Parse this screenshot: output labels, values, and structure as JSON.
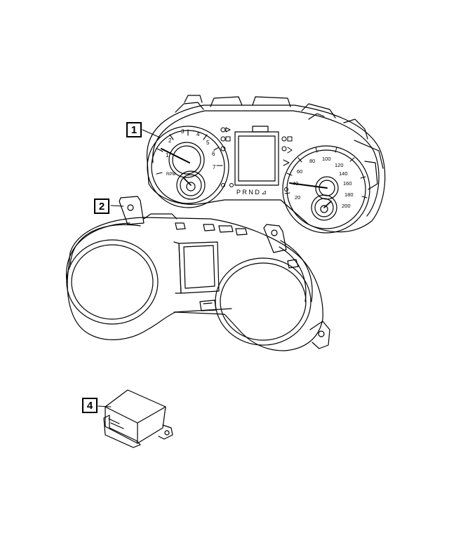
{
  "callouts": [
    {
      "id": "1",
      "label": "1"
    },
    {
      "id": "2",
      "label": "2"
    },
    {
      "id": "4",
      "label": "4"
    }
  ],
  "cluster1": {
    "gear_indicator": "P R N D ⊿",
    "tach_ticks": [
      "1",
      "2",
      "3",
      "4",
      "5",
      "6",
      "7"
    ],
    "speedo_ticks": [
      "20",
      "40",
      "60",
      "80",
      "100",
      "120",
      "140",
      "160",
      "180",
      "200"
    ],
    "tach_unit": "RPM"
  },
  "colors": {
    "line": "#000000",
    "background": "#ffffff"
  }
}
